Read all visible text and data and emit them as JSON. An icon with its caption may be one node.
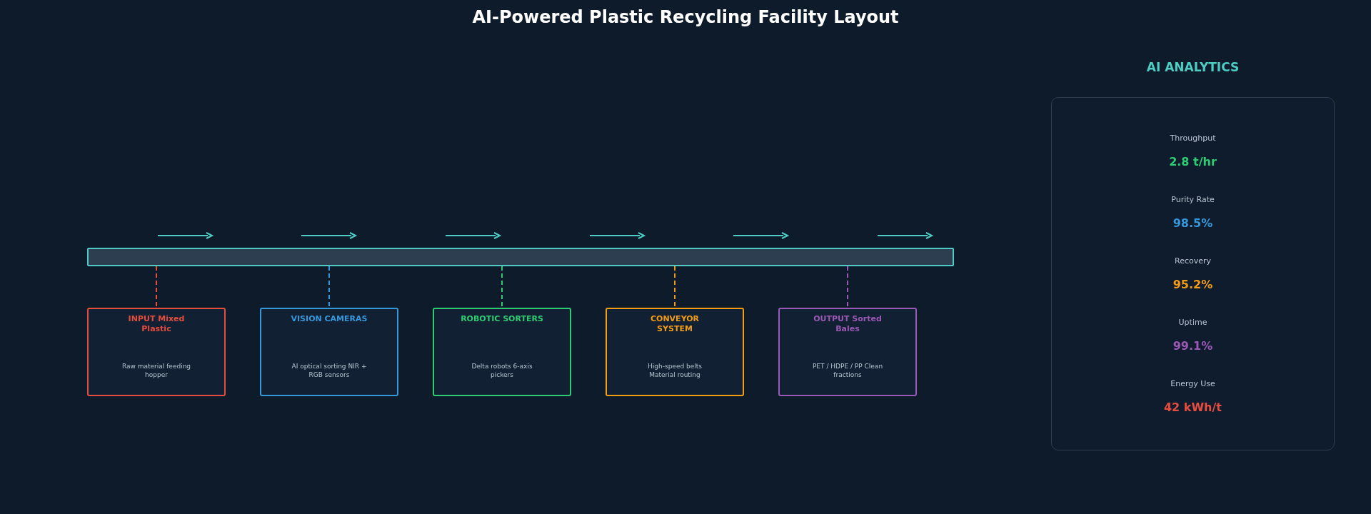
{
  "diagram": {
    "title": "AI-Powered Plastic Recycling Facility Layout",
    "nodes": [
      {
        "text": [],
        "shape": "bar"
      },
      {
        "text": [
          "INPUT Mixed Plastic",
          "Raw material feeding hopper"
        ]
      },
      {
        "text": [
          "VISION CAMERAS",
          "AI optical sorting NIR + RGB sensors"
        ]
      },
      {
        "text": [
          "ROBOTIC SORTERS",
          "Delta robots 6-axis pickers"
        ]
      },
      {
        "text": [
          "CONVEYOR SYSTEM",
          "High-speed belts Material routing"
        ]
      },
      {
        "text": [
          "OUTPUT Sorted Bales",
          "PET / HDPE / PP Clean fractions"
        ]
      },
      {
        "text": [
          "AI ANALYTICS"
        ]
      }
    ],
    "edges": [
      {
        "from": 0,
        "to": 1,
        "arrow": "none",
        "style": "dashed",
        "color": "#e74c3c"
      },
      {
        "from": 0,
        "to": 2,
        "arrow": "none",
        "style": "dashed",
        "color": "#3498db"
      },
      {
        "from": 0,
        "to": 3,
        "arrow": "none",
        "style": "dashed",
        "color": "#2ecc71"
      },
      {
        "from": 0,
        "to": 4,
        "arrow": "none",
        "style": "dashed",
        "color": "#f39c12"
      },
      {
        "from": 0,
        "to": 5,
        "arrow": "none",
        "style": "dashed",
        "color": "#9b59b6"
      }
    ],
    "labels": [
      "Throughput",
      "2.8 t/hr",
      "Purity Rate",
      "98.5%",
      "Recovery",
      "95.2%",
      "Uptime",
      "99.1%",
      "Energy Use",
      "42 kWh/t"
    ]
  }
}
